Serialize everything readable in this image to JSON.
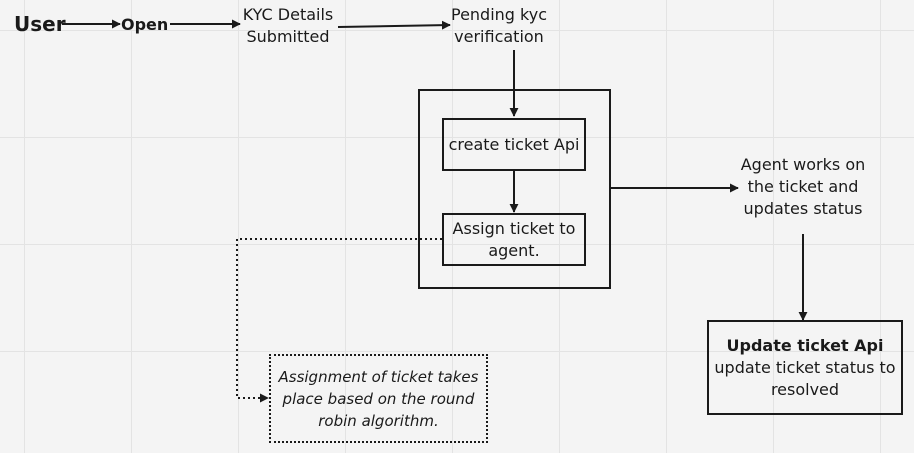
{
  "nodes": {
    "user": "User",
    "open": "Open",
    "kyc_submitted": [
      "KYC Details",
      "Submitted"
    ],
    "pending_verification": [
      "Pending kyc",
      "verification"
    ],
    "create_ticket": "create ticket Api",
    "assign_ticket": [
      "Assign ticket to",
      "agent."
    ],
    "agent_works": [
      "Agent works on",
      "the ticket and",
      "updates status"
    ],
    "update_ticket": {
      "title": "Update ticket Api",
      "lines": [
        "update ticket status to",
        "resolved"
      ]
    }
  },
  "note": {
    "lines": [
      "Assignment of ticket takes",
      "place based on the round",
      "robin algorithm."
    ]
  }
}
